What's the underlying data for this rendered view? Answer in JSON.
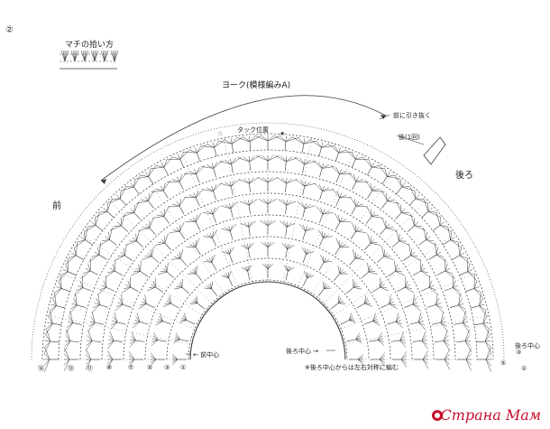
{
  "page_number": "②",
  "inset": {
    "title": "マチの拾い方"
  },
  "yoke_label": "ヨーク(模様編みA)",
  "tuck_label": "タック位置",
  "pull_label": "前に引き抜く",
  "lower_label": "後(1回)",
  "front_label": "前",
  "back_label": "後ろ",
  "front_center": "← 前中心",
  "back_center": "後ろ中心 →",
  "back_center_right": "後ろ中心",
  "note": "※後ろ中心からは左右対称に編む",
  "row_numbers": [
    "⑭",
    "⑬",
    "⑪",
    "⑨",
    "⑦",
    "⑤",
    "③",
    "①"
  ],
  "right_row_numbers": [
    "⑤",
    "③",
    "①"
  ],
  "watermark": "Страна Мам",
  "colors": {
    "stitch": "#3a3a3a",
    "watermark": "#c8102e",
    "background": "#ffffff"
  }
}
